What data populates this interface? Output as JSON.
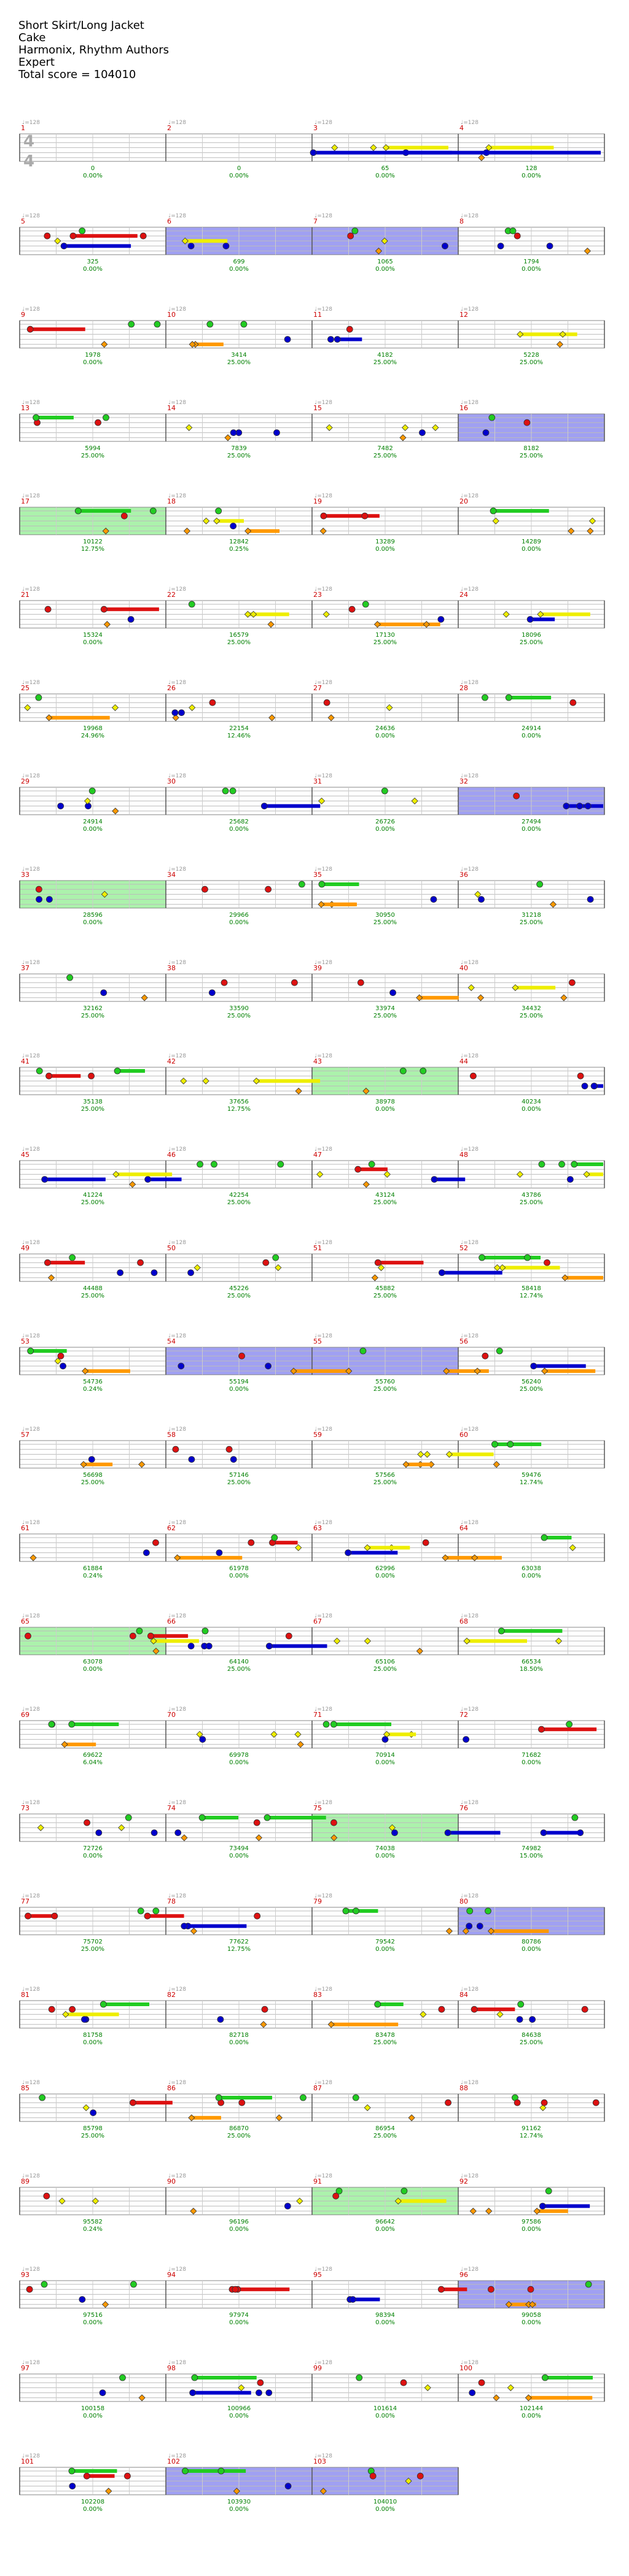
{
  "header": {
    "song": "Short Skirt/Long Jacket",
    "artist": "Cake",
    "charter": "Harmonix, Rhythm Authors",
    "difficulty": "Expert",
    "total_score": "Total score = 104010"
  },
  "time_signature": [
    "4",
    "4"
  ],
  "colors": {
    "green": "#22cc22",
    "red": "#dd1111",
    "yellow": "#eeee00",
    "blue": "#0000cc",
    "orange": "#ff9900",
    "star_power": "#90ee90",
    "solo": "#8080ee"
  },
  "rows": [
    {
      "tempo": "♩=128",
      "measures": [
        1,
        2,
        3,
        4
      ],
      "scores": [
        "0",
        "0",
        "65",
        "128"
      ],
      "pcts": [
        "0.00%",
        "0.00%",
        "0.00%",
        "0.00%"
      ]
    },
    {
      "tempo": "♩=128",
      "measures": [
        5,
        6,
        7,
        8
      ],
      "scores": [
        "325",
        "699",
        "1065",
        "1794"
      ],
      "pcts": [
        "0.00%",
        "0.00%",
        "0.00%",
        "0.00%"
      ]
    },
    {
      "tempo": "♩=128",
      "measures": [
        9,
        10,
        11,
        12
      ],
      "scores": [
        "1978",
        "3414",
        "4182",
        "5228"
      ],
      "pcts": [
        "0.00%",
        "25.00%",
        "25.00%",
        "25.00%"
      ]
    },
    {
      "tempo": "♩=128",
      "measures": [
        13,
        14,
        15,
        16
      ],
      "scores": [
        "5994",
        "7839",
        "7482",
        "8182"
      ],
      "pcts": [
        "25.00%",
        "25.00%",
        "25.00%",
        "25.00%"
      ]
    },
    {
      "tempo": "♩=128",
      "measures": [
        17,
        18,
        19,
        20
      ],
      "scores": [
        "10122",
        "12842",
        "13289",
        "14289"
      ],
      "pcts": [
        "12.75%",
        "0.25%",
        "0.00%",
        "0.00%"
      ]
    },
    {
      "tempo": "♩=128",
      "measures": [
        21,
        22,
        23,
        24
      ],
      "scores": [
        "15324",
        "16579",
        "17130",
        "18096"
      ],
      "pcts": [
        "0.00%",
        "25.00%",
        "25.00%",
        "25.00%"
      ]
    },
    {
      "tempo": "♩=128",
      "measures": [
        25,
        26,
        27,
        28
      ],
      "scores": [
        "19968",
        "22154",
        "24636",
        "24914"
      ],
      "pcts": [
        "24.96%",
        "12.46%",
        "0.00%",
        "0.00%"
      ]
    },
    {
      "tempo": "♩=128",
      "measures": [
        29,
        30,
        31,
        32
      ],
      "scores": [
        "24914",
        "25682",
        "26726",
        "27494"
      ],
      "pcts": [
        "0.00%",
        "0.00%",
        "0.00%",
        "0.00%"
      ]
    },
    {
      "tempo": "♩=128",
      "measures": [
        33,
        34,
        35,
        36
      ],
      "scores": [
        "28596",
        "29966",
        "30950",
        "31218"
      ],
      "pcts": [
        "0.00%",
        "0.00%",
        "25.00%",
        "25.00%"
      ]
    },
    {
      "tempo": "♩=128",
      "measures": [
        37,
        38,
        39,
        40
      ],
      "scores": [
        "32162",
        "33590",
        "33974",
        "34432"
      ],
      "pcts": [
        "25.00%",
        "25.00%",
        "25.00%",
        "25.00%"
      ]
    },
    {
      "tempo": "♩=128",
      "measures": [
        41,
        42,
        43,
        44
      ],
      "scores": [
        "35138",
        "37656",
        "38978",
        "40234"
      ],
      "pcts": [
        "25.00%",
        "12.75%",
        "0.00%",
        "0.00%"
      ]
    },
    {
      "tempo": "♩=128",
      "measures": [
        45,
        46,
        47,
        48
      ],
      "scores": [
        "41224",
        "42254",
        "43124",
        "43786"
      ],
      "pcts": [
        "25.00%",
        "25.00%",
        "25.00%",
        "25.00%"
      ]
    },
    {
      "tempo": "♩=128",
      "measures": [
        49,
        50,
        51,
        52
      ],
      "scores": [
        "44488",
        "45226",
        "45882",
        "58418"
      ],
      "pcts": [
        "25.00%",
        "25.00%",
        "25.00%",
        "12.74%"
      ]
    },
    {
      "tempo": "♩=128",
      "measures": [
        53,
        54,
        55,
        56
      ],
      "scores": [
        "54736",
        "55194",
        "55760",
        "56240"
      ],
      "pcts": [
        "0.24%",
        "0.00%",
        "25.00%",
        "25.00%"
      ]
    },
    {
      "tempo": "♩=128",
      "measures": [
        57,
        58,
        59,
        60
      ],
      "scores": [
        "56698",
        "57146",
        "57566",
        "59476"
      ],
      "pcts": [
        "25.00%",
        "25.00%",
        "25.00%",
        "12.74%"
      ]
    },
    {
      "tempo": "♩=128",
      "measures": [
        61,
        62,
        63,
        64
      ],
      "scores": [
        "61884",
        "61978",
        "62996",
        "63038"
      ],
      "pcts": [
        "0.24%",
        "0.00%",
        "0.00%",
        "0.00%"
      ]
    },
    {
      "tempo": "♩=128",
      "measures": [
        65,
        66,
        67,
        68
      ],
      "scores": [
        "63078",
        "64140",
        "65106",
        "66534"
      ],
      "pcts": [
        "0.00%",
        "25.00%",
        "25.00%",
        "18.50%"
      ]
    },
    {
      "tempo": "♩=128",
      "measures": [
        69,
        70,
        71,
        72
      ],
      "scores": [
        "69622",
        "69978",
        "70914",
        "71682"
      ],
      "pcts": [
        "6.04%",
        "0.00%",
        "0.00%",
        "0.00%"
      ]
    },
    {
      "tempo": "♩=128",
      "measures": [
        73,
        74,
        75,
        76
      ],
      "scores": [
        "72726",
        "73494",
        "74038",
        "74982"
      ],
      "pcts": [
        "0.00%",
        "0.00%",
        "0.00%",
        "15.00%"
      ]
    },
    {
      "tempo": "♩=128",
      "measures": [
        77,
        78,
        79,
        80
      ],
      "scores": [
        "75702",
        "77622",
        "79542",
        "80786"
      ],
      "pcts": [
        "25.00%",
        "12.75%",
        "0.00%",
        "0.00%"
      ]
    },
    {
      "tempo": "♩=128",
      "measures": [
        81,
        82,
        83,
        84
      ],
      "scores": [
        "81758",
        "82718",
        "83478",
        "84638"
      ],
      "pcts": [
        "0.00%",
        "0.00%",
        "25.00%",
        "25.00%"
      ]
    },
    {
      "tempo": "♩=128",
      "measures": [
        85,
        86,
        87,
        88
      ],
      "scores": [
        "85798",
        "86870",
        "86954",
        "91162"
      ],
      "pcts": [
        "25.00%",
        "25.00%",
        "25.00%",
        "12.74%"
      ]
    },
    {
      "tempo": "♩=128",
      "measures": [
        89,
        90,
        91,
        92
      ],
      "scores": [
        "95582",
        "96196",
        "96642",
        "97586"
      ],
      "pcts": [
        "0.24%",
        "0.00%",
        "0.00%",
        "0.00%"
      ]
    },
    {
      "tempo": "♩=128",
      "measures": [
        93,
        94,
        95,
        96
      ],
      "scores": [
        "97516",
        "97974",
        "98394",
        "99058"
      ],
      "pcts": [
        "0.00%",
        "0.00%",
        "0.00%",
        "0.00%"
      ]
    },
    {
      "tempo": "♩=128",
      "measures": [
        97,
        98,
        99,
        100
      ],
      "scores": [
        "100158",
        "100966",
        "101614",
        "102144"
      ],
      "pcts": [
        "0.00%",
        "0.00%",
        "0.00%",
        "0.00%"
      ]
    },
    {
      "tempo": "♩=128",
      "measures": [
        101,
        102,
        103
      ],
      "scores": [
        "102208",
        "103930",
        "104010"
      ],
      "pcts": [
        "0.00%",
        "0.00%",
        "0.00%"
      ]
    }
  ]
}
